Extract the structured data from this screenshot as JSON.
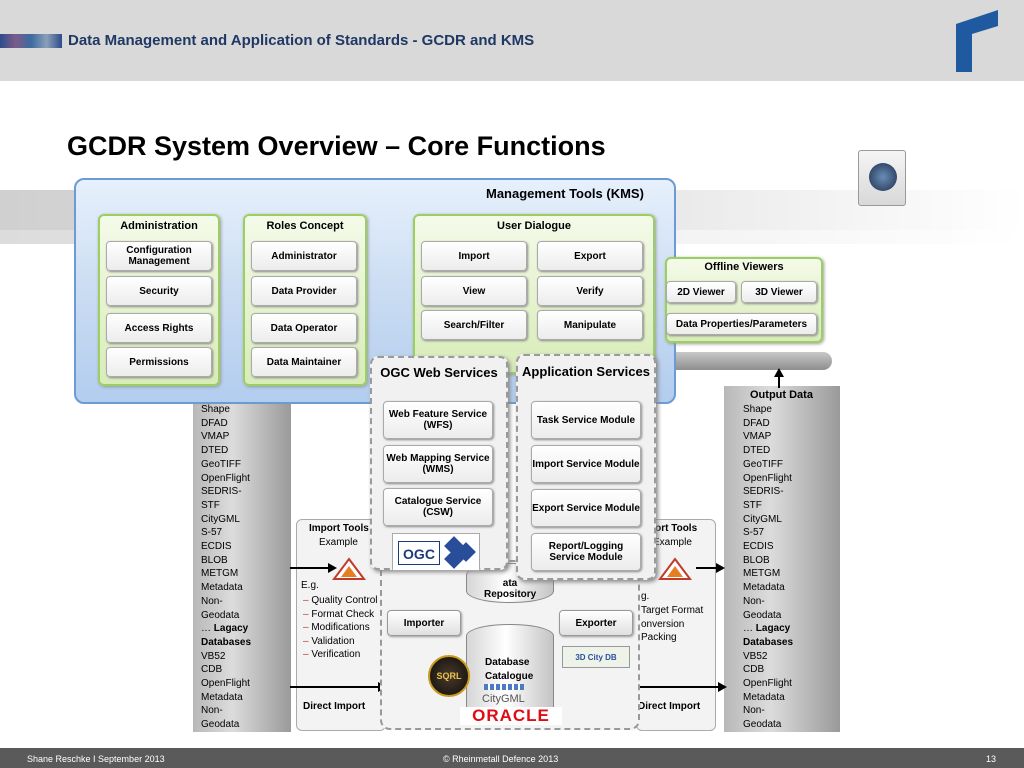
{
  "header": {
    "title": "Data Management and Application of Standards - GCDR and KMS"
  },
  "page_title": "GCDR System Overview – Core Functions",
  "management_tools": {
    "title": "Management Tools (KMS)",
    "administration": {
      "title": "Administration",
      "items": [
        "Configuration Management",
        "Security",
        "Access Rights",
        "Permissions"
      ]
    },
    "roles": {
      "title": "Roles Concept",
      "items": [
        "Administrator",
        "Data Provider",
        "Data Operator",
        "Data Maintainer"
      ]
    },
    "user_dialogue": {
      "title": "User Dialogue",
      "items": [
        "Import",
        "Export",
        "View",
        "Verify",
        "Search/Filter",
        "Manipulate"
      ]
    }
  },
  "offline_viewers": {
    "title": "Offline Viewers",
    "items": [
      "2D Viewer",
      "3D Viewer",
      "Data Properties/Parameters"
    ]
  },
  "ogc_services": {
    "title": "OGC Web Services",
    "items": [
      "Web Feature Service (WFS)",
      "Web Mapping Service (WMS)",
      "Catalogue Service (CSW)"
    ],
    "badge": "OGC"
  },
  "app_services": {
    "title": "Application Services",
    "items": [
      "Task Service Module",
      "Import Service Module",
      "Export Service Module",
      "Report/Logging Service Module"
    ]
  },
  "input_formats": [
    "Shape",
    "DFAD",
    "VMAP",
    "DTED",
    "GeoTIFF",
    "OpenFlight",
    "SEDRIS-",
    "STF",
    "CityGML",
    "S-57",
    "ECDIS",
    "BLOB",
    "METGM",
    "Metadata",
    "Non-",
    "Geodata",
    "… Lagacy",
    "Databases",
    "VB52",
    "CDB",
    "OpenFlight",
    "Metadata",
    "Non-",
    "Geodata"
  ],
  "output_data": {
    "title": "Output Data",
    "formats": [
      "Shape",
      "DFAD",
      "VMAP",
      "DTED",
      "GeoTIFF",
      "OpenFlight",
      "SEDRIS-",
      "STF",
      "CityGML",
      "S-57",
      "ECDIS",
      "BLOB",
      "METGM",
      "Metadata",
      "Non-",
      "Geodata",
      "… Lagacy",
      "Databases",
      "VB52",
      "CDB",
      "OpenFlight",
      "Metadata",
      "Non-",
      "Geodata"
    ]
  },
  "import_tools": {
    "title": "Import Tools",
    "example": "Example",
    "eg": "E.g.",
    "steps": [
      "Quality Control",
      "Format Check",
      "Modifications",
      "Validation",
      "Verification"
    ],
    "direct": "Direct Import"
  },
  "export_tools": {
    "title": "port Tools",
    "example": "Example",
    "eg": "g.",
    "steps": [
      "Target Format",
      "onversion",
      "Packing"
    ],
    "direct": "Direct Import"
  },
  "center": {
    "repository": "ata Repository",
    "importer": "Importer",
    "exporter": "Exporter",
    "db_catalogue": "Database Catalogue",
    "oracle": "ORACLE",
    "citygml": "CityGML",
    "city3d": "3D City DB",
    "sqrl": "SQRL"
  },
  "footer": {
    "left": "Shane Reschke  I  September 2013",
    "center": "© Rheinmetall Defence 2013",
    "right": "13"
  },
  "colors": {
    "header_bg": "#d9d9d9",
    "title_blue": "#1f3864",
    "mgmt_blue": "#c5d9f1",
    "panel_green": "#9ccf62",
    "footer_bg": "#5a5a5a",
    "logo_blue": "#1f5aa0"
  }
}
